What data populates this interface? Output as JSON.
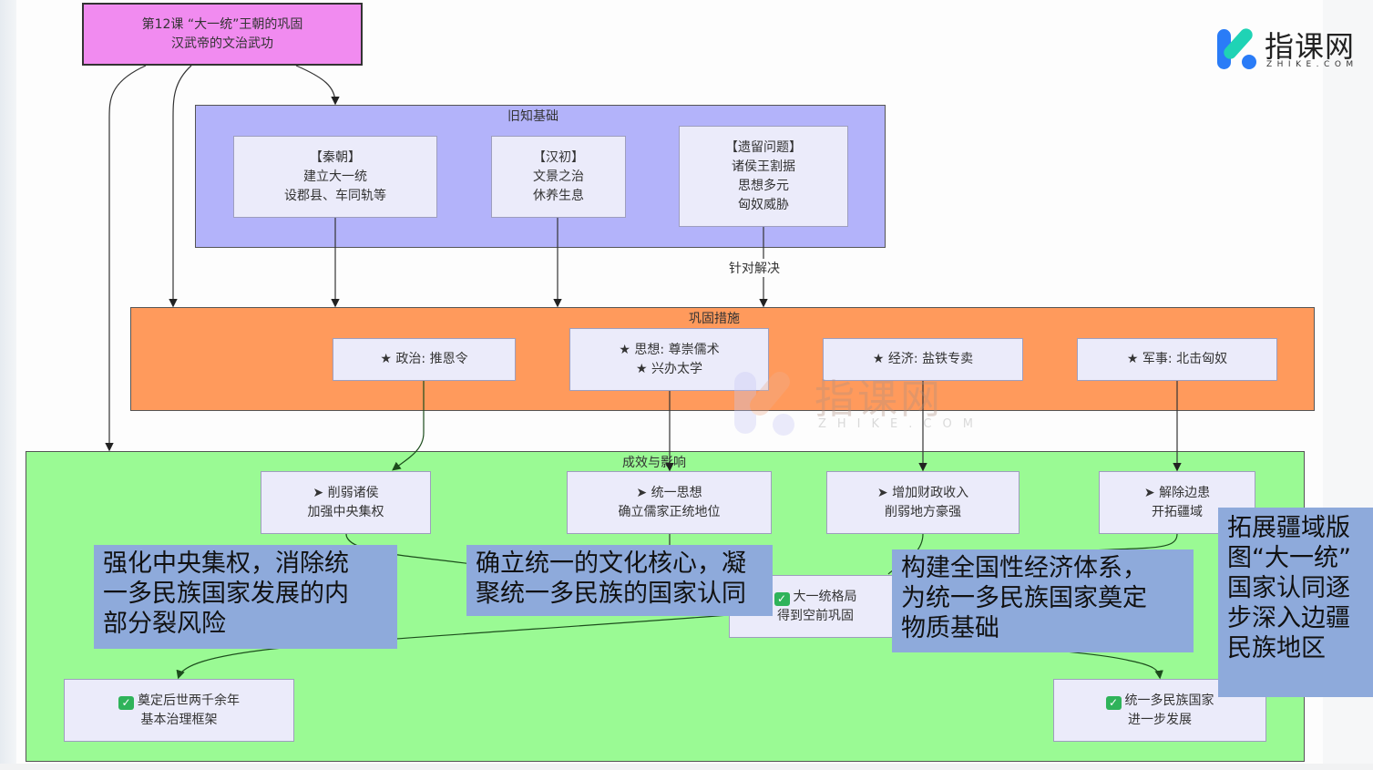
{
  "title": {
    "line1": "第12课 “大一统”王朝的巩固",
    "line2": "汉武帝的文治武功"
  },
  "logo": {
    "name": "指课网",
    "sub": "ZHIKE.COM",
    "icon": "k-logo-icon"
  },
  "watermark": {
    "text": "指课网",
    "sub": "ZHIKE.COM"
  },
  "colors": {
    "title_bg": "#f18bf0",
    "cluster_old": "#b3b3fa",
    "cluster_measures": "#ff9a5c",
    "cluster_effects": "#9afa94",
    "node_bg": "#ebebfa",
    "note_bg": "#8eaadb",
    "check_green": "#2fb35a"
  },
  "clusters": {
    "old_knowledge": {
      "label": "旧知基础",
      "nodes": [
        {
          "lines": [
            "【秦朝】",
            "建立大一统",
            "设郡县、车同轨等"
          ]
        },
        {
          "lines": [
            "【汉初】",
            "文景之治",
            "休养生息"
          ]
        },
        {
          "lines": [
            "【遗留问题】",
            "诸侯王割据",
            "思想多元",
            "匈奴威胁"
          ]
        }
      ]
    },
    "edge_label": "针对解决",
    "measures": {
      "label": "巩固措施",
      "nodes": [
        {
          "lines": [
            "★ 政治: 推恩令"
          ]
        },
        {
          "lines": [
            "★ 思想: 尊崇儒术",
            "★ 兴办太学"
          ]
        },
        {
          "lines": [
            "★ 经济: 盐铁专卖"
          ]
        },
        {
          "lines": [
            "★ 军事: 北击匈奴"
          ]
        }
      ]
    },
    "effects": {
      "label": "成效与影响",
      "nodes": [
        {
          "lines": [
            "➤ 削弱诸侯",
            "加强中央集权"
          ]
        },
        {
          "lines": [
            "➤ 统一思想",
            "确立儒家正统地位"
          ]
        },
        {
          "lines": [
            "➤ 增加财政收入",
            "削弱地方豪强"
          ]
        },
        {
          "lines": [
            "➤ 解除边患",
            "开拓疆域"
          ]
        }
      ],
      "outcomes": [
        {
          "lines": [
            "大一统格局",
            "得到空前巩固"
          ]
        },
        {
          "lines": [
            "奠定后世两千余年",
            "基本治理框架"
          ]
        },
        {
          "lines": [
            "统一多民族国家",
            "进一步发展"
          ]
        }
      ]
    }
  },
  "notes": [
    {
      "lines": [
        "强化中央集权，消除统",
        "一多民族国家发展的内",
        "部分裂风险"
      ]
    },
    {
      "lines": [
        "确立统一的文化核心，凝",
        "聚统一多民族的国家认同"
      ]
    },
    {
      "lines": [
        "构建全国性经济体系，",
        "为统一多民族国家奠定",
        "物质基础"
      ]
    },
    {
      "lines": [
        "拓展疆域版",
        "图“大一统”",
        "国家认同逐",
        "步深入边疆",
        "民族地区"
      ]
    }
  ]
}
